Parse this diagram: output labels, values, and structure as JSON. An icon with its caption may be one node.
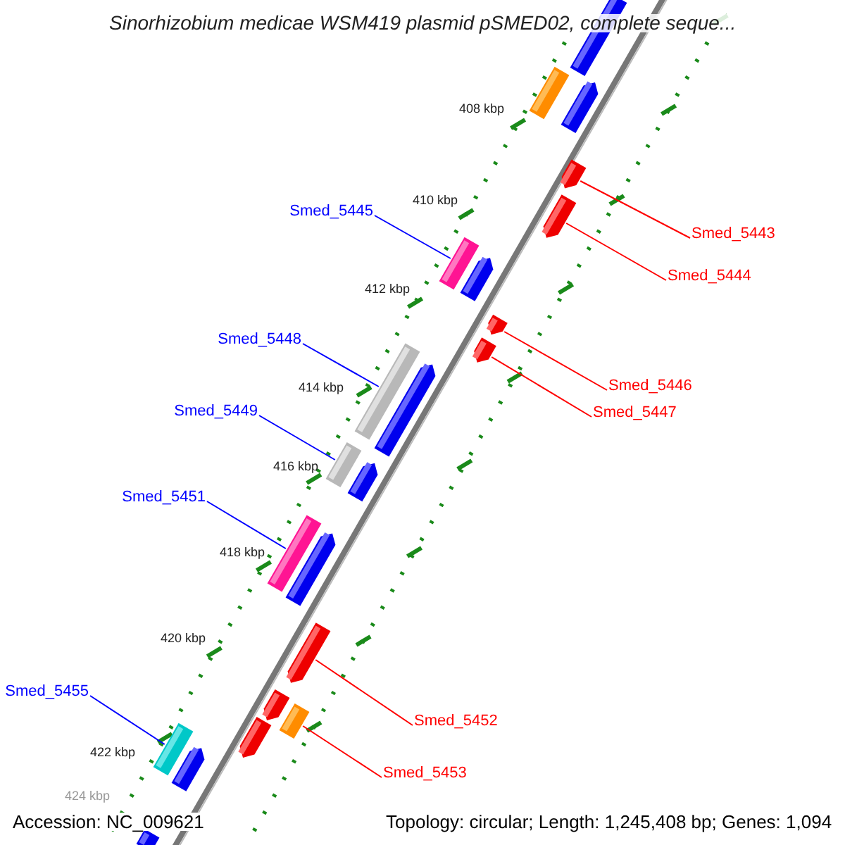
{
  "diagram": {
    "title": "Sinorhizobium medicae WSM419 plasmid pSMED02, complete seque...",
    "nodes": [
      {
        "text": [
          "Smed_5445"
        ]
      },
      {
        "text": [
          "Smed_5443"
        ]
      },
      {
        "text": [
          "Smed_5444"
        ]
      },
      {
        "text": [
          "Smed_5448"
        ]
      },
      {
        "text": [
          "Smed_5446"
        ]
      },
      {
        "text": [
          "Smed_5449"
        ]
      },
      {
        "text": [
          "Smed_5447"
        ]
      },
      {
        "text": [
          "Smed_5451"
        ]
      },
      {
        "text": [
          "Smed_5452"
        ]
      },
      {
        "text": [
          "Smed_5455"
        ]
      },
      {
        "text": [
          "Smed_5453"
        ]
      },
      {
        "text": [],
        "shape": "bar"
      },
      {
        "text": [],
        "shape": "bar"
      },
      {
        "text": [],
        "shape": "bar"
      },
      {
        "text": [],
        "shape": "bar"
      },
      {
        "text": [],
        "shape": "bar"
      },
      {
        "text": [],
        "shape": "bar"
      },
      {
        "text": [],
        "shape": "bar"
      },
      {
        "text": [],
        "shape": "bar"
      },
      {
        "text": [],
        "shape": "bar"
      },
      {
        "text": [],
        "shape": "bar"
      },
      {
        "text": [],
        "shape": "bar"
      },
      {
        "text": [],
        "shape": "bar"
      },
      {
        "text": [],
        "shape": "bar"
      },
      {
        "text": [],
        "shape": "bar"
      },
      {
        "text": [],
        "shape": "bar"
      },
      {
        "text": [],
        "shape": "bar"
      },
      {
        "text": [],
        "shape": "bar"
      },
      {
        "text": [],
        "shape": "bar"
      },
      {
        "text": [],
        "shape": "bar"
      },
      {
        "text": [],
        "shape": "bar"
      },
      {
        "text": [],
        "shape": "bar"
      },
      {
        "text": [],
        "shape": "bar"
      }
    ],
    "edges": [
      {
        "from": 0,
        "to": 13,
        "arrow": "none",
        "color": "#0000ff"
      },
      {
        "from": 1,
        "to": 11,
        "arrow": "none"
      },
      {
        "from": 2,
        "to": 12,
        "arrow": "none"
      },
      {
        "from": 3,
        "to": 16,
        "arrow": "none",
        "color": "#0000ff"
      },
      {
        "from": 4,
        "to": 14,
        "arrow": "none"
      },
      {
        "from": 5,
        "to": 17,
        "arrow": "none",
        "color": "#0000ff"
      },
      {
        "from": 6,
        "to": 15,
        "arrow": "none"
      },
      {
        "from": 7,
        "to": 18,
        "arrow": "none",
        "color": "#0000ff"
      },
      {
        "from": 8,
        "to": 19,
        "arrow": "none"
      },
      {
        "from": 9,
        "to": 21,
        "arrow": "none",
        "color": "#0000ff"
      },
      {
        "from": 10,
        "to": 20,
        "arrow": "none"
      }
    ],
    "labels": [
      "408 kbp",
      "410 kbp",
      "412 kbp",
      "414 kbp",
      "416 kbp",
      "418 kbp",
      "420 kbp",
      "422 kbp",
      "424 kbp",
      "Accession: NC_009621",
      "Topology: circular; Length: 1,245,408 bp; Genes: 1,094"
    ]
  }
}
